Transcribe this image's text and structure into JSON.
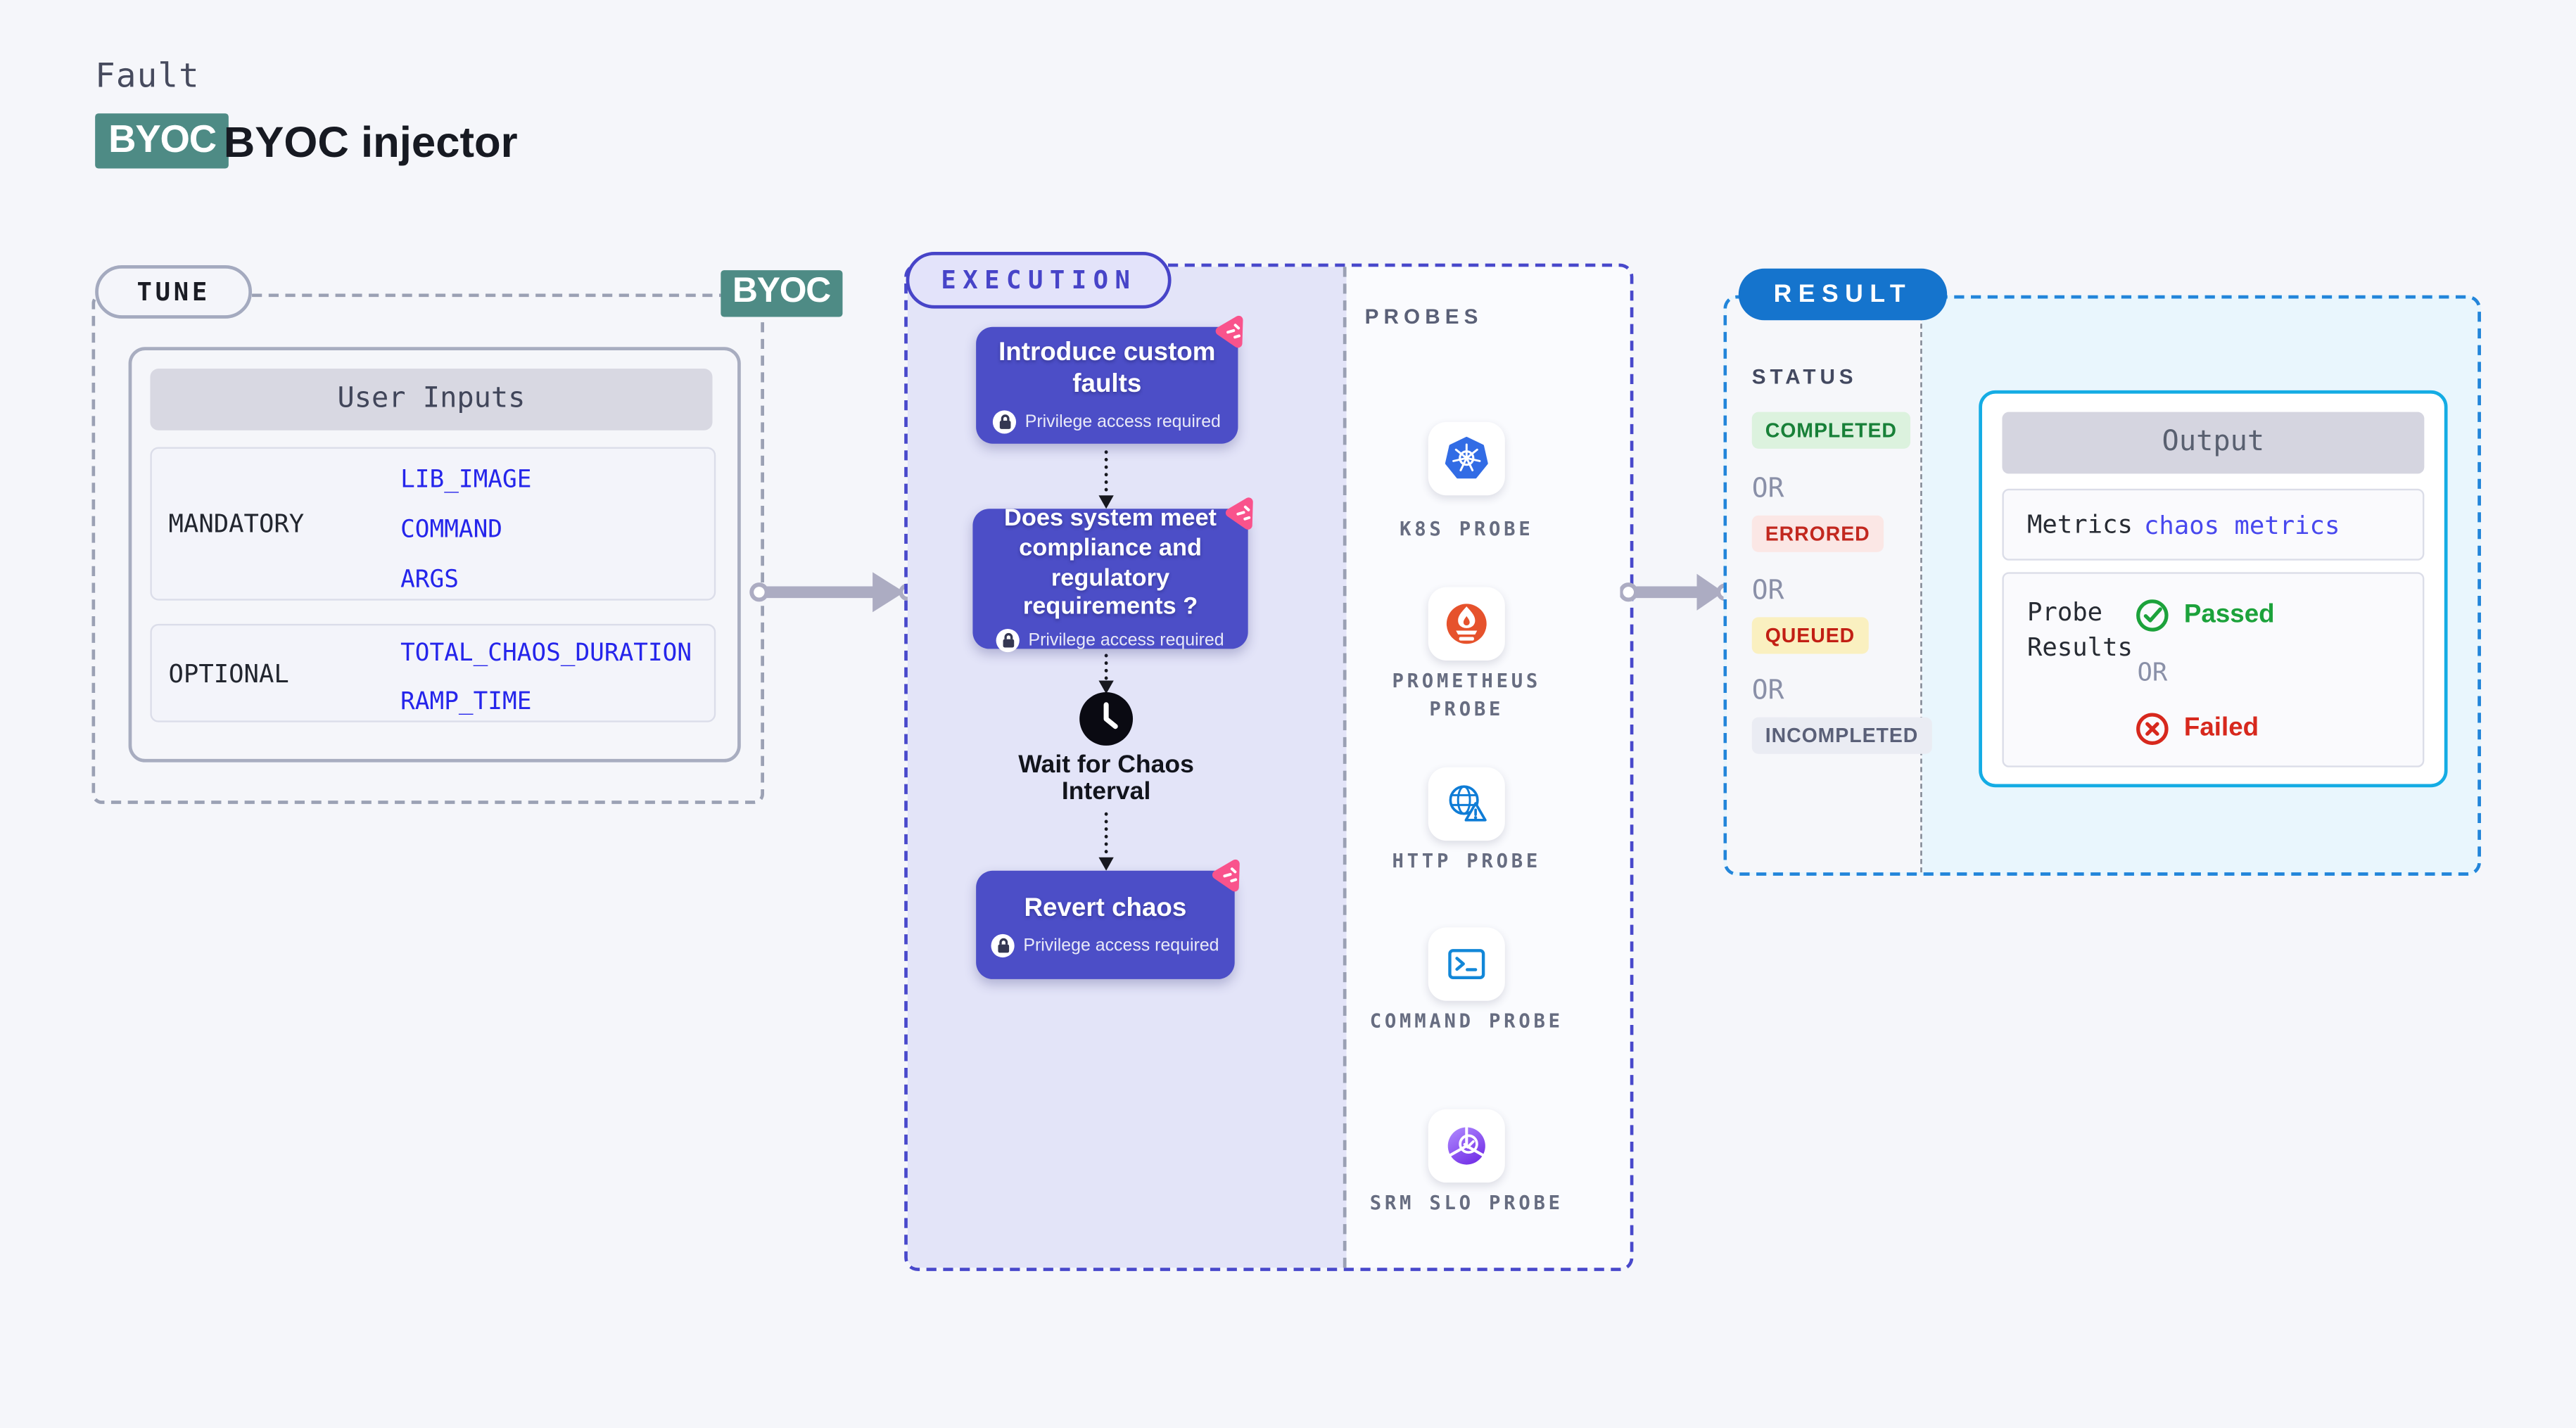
{
  "header": {
    "kicker": "Fault",
    "logo_badge": "BYOC",
    "title": "BYOC injector"
  },
  "tune": {
    "pill_label": "TUNE",
    "corner_badge": "BYOC",
    "table": {
      "header": "User Inputs",
      "rows": [
        {
          "label": "MANDATORY",
          "values": [
            "LIB_IMAGE",
            "COMMAND",
            "ARGS"
          ]
        },
        {
          "label": "OPTIONAL",
          "values": [
            "TOTAL_CHAOS_DURATION",
            "RAMP_TIME"
          ]
        }
      ]
    }
  },
  "execution": {
    "pill_label": "EXECUTION",
    "nodes": [
      {
        "title": "Introduce custom faults",
        "badge": "Privilege access required",
        "icon": "chaos-fault-icon"
      },
      {
        "title": "Does system meet compliance and regulatory requirements ?",
        "badge": "Privilege access required",
        "icon": "chaos-fault-icon"
      },
      {
        "title": "Revert chaos",
        "badge": "Privilege access required",
        "icon": "chaos-fault-icon"
      }
    ],
    "wait_label": "Wait for Chaos Interval",
    "wait_icon": "clock-icon"
  },
  "probes": {
    "heading": "PROBES",
    "items": [
      {
        "label": "K8S PROBE",
        "icon": "kubernetes-icon"
      },
      {
        "label": "PROMETHEUS PROBE",
        "icon": "prometheus-icon"
      },
      {
        "label": "HTTP PROBE",
        "icon": "http-globe-icon"
      },
      {
        "label": "COMMAND PROBE",
        "icon": "terminal-icon"
      },
      {
        "label": "SRM SLO PROBE",
        "icon": "srm-slo-icon"
      }
    ]
  },
  "result": {
    "pill_label": "RESULT",
    "status_heading": "STATUS",
    "or_label": "OR",
    "statuses": [
      {
        "label": "COMPLETED",
        "color": "#188038",
        "background": "#dcf2de"
      },
      {
        "label": "ERRORED",
        "color": "#c2281f",
        "background": "#fbe7e5"
      },
      {
        "label": "QUEUED",
        "color": "#c21f14",
        "background": "#faf0c0"
      },
      {
        "label": "INCOMPLETED",
        "color": "#5a6078",
        "background": "#eaecf3"
      }
    ],
    "output": {
      "header": "Output",
      "metrics_label": "Metrics",
      "metrics_value": "chaos metrics",
      "probe_results_label": "Probe Results",
      "passed_label": "Passed",
      "or_label": "OR",
      "failed_label": "Failed"
    }
  },
  "colors": {
    "byoc_teal": "#4e8b85",
    "node_purple": "#4c4ec7",
    "execution_accent": "#4744c8",
    "execution_fill": "#e3e4f8",
    "chaos_pink": "#f9538c",
    "result_blue": "#1574cd",
    "output_border_cyan": "#14ace4",
    "value_blue": "#2525eb",
    "metrics_value_blue": "#4848ee",
    "passed_green": "#1ca23b",
    "failed_red": "#d7281d",
    "arrow_gray": "#acacc2"
  }
}
